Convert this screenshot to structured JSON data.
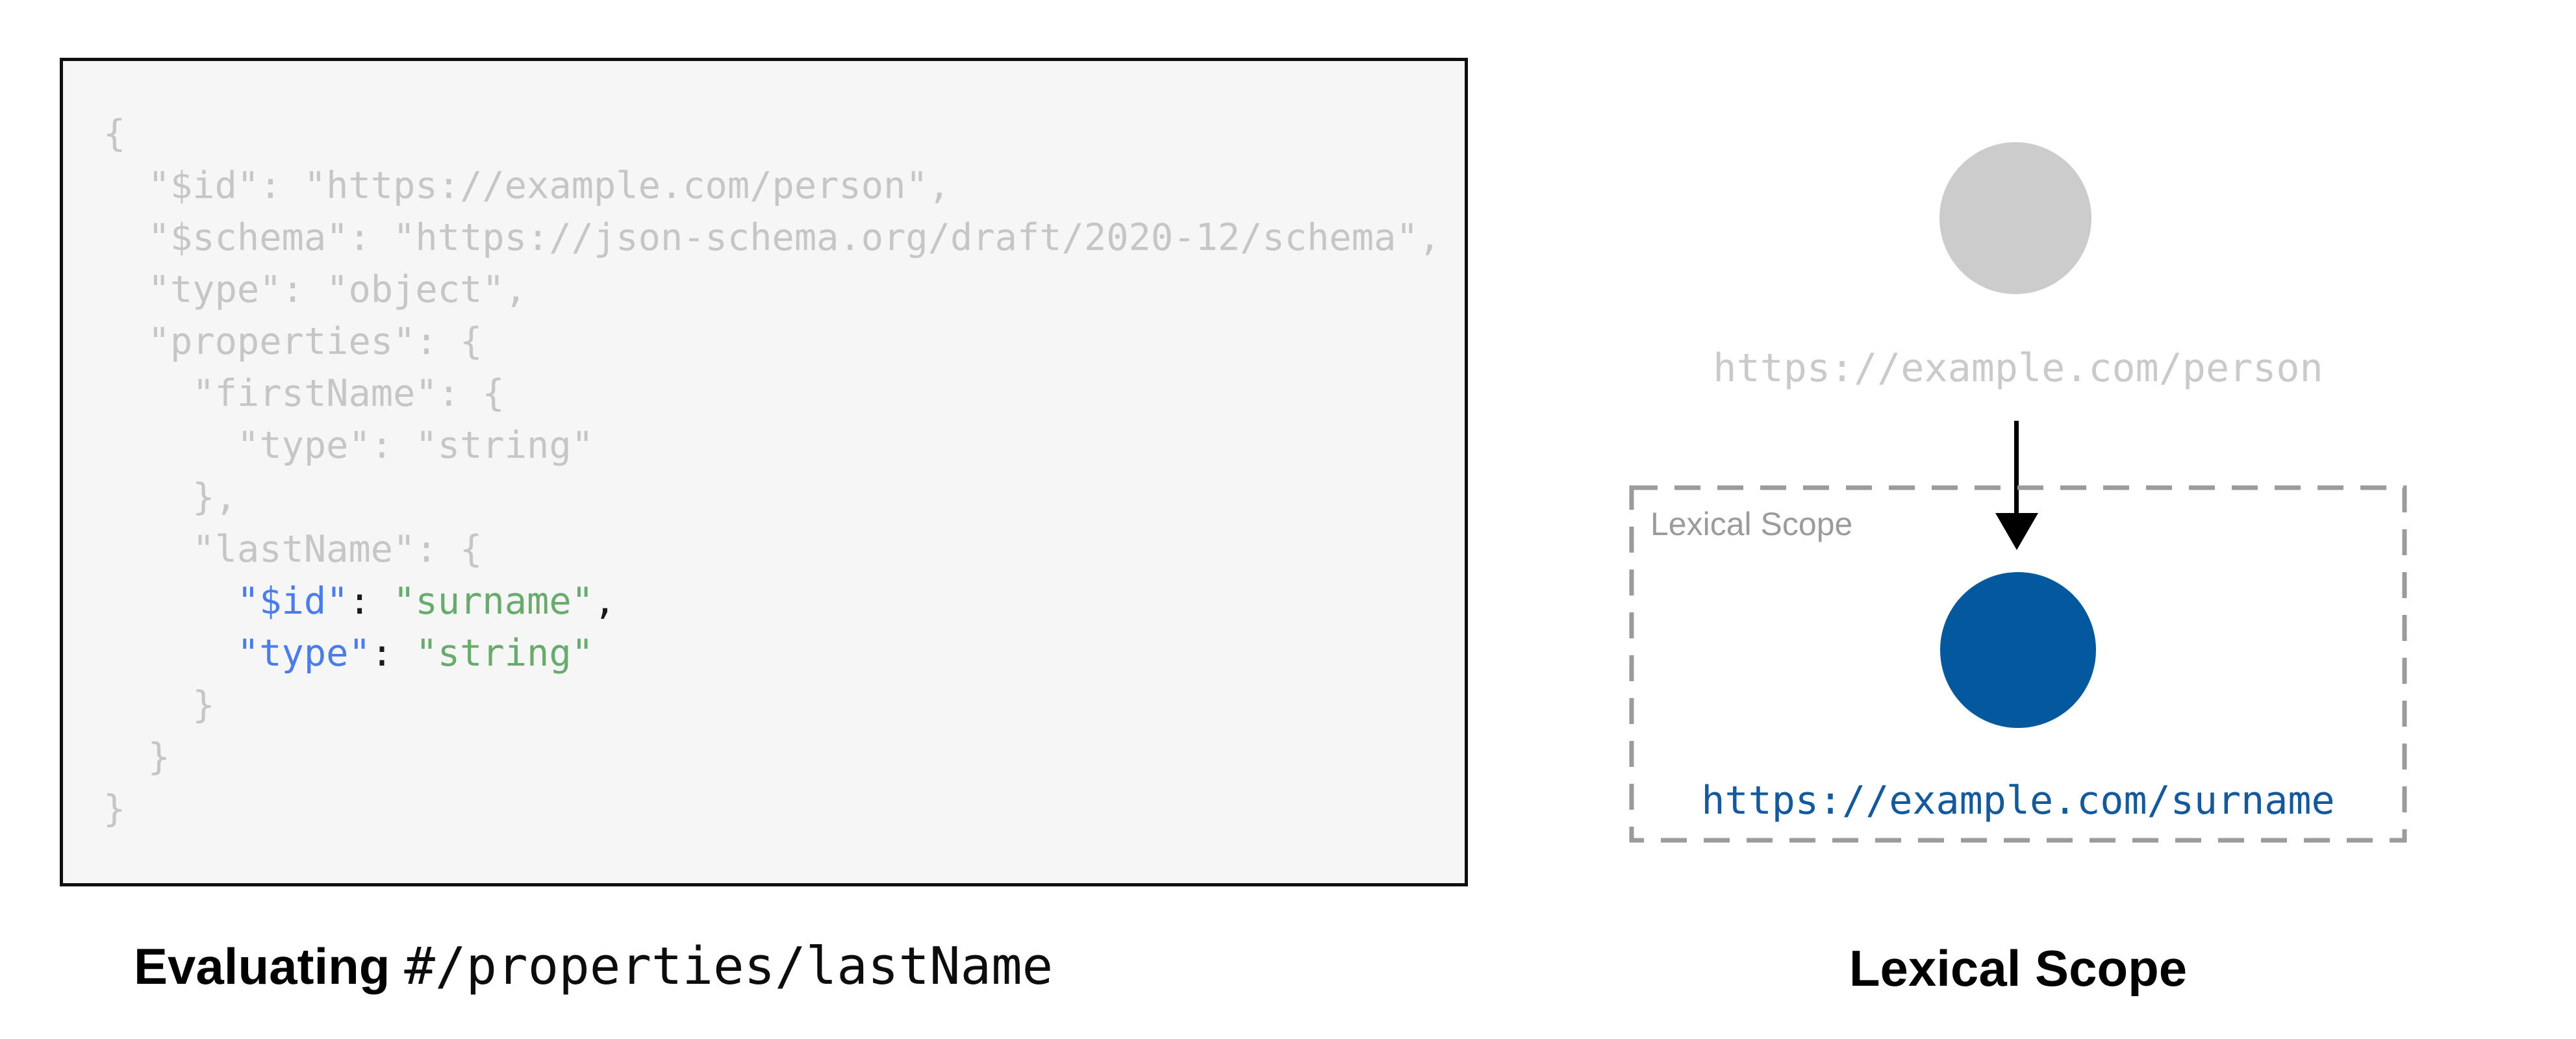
{
  "left": {
    "code": {
      "top": [
        "{",
        "  \"$id\": \"https://example.com/person\",",
        "  \"$schema\": \"https://json-schema.org/draft/2020-12/schema\",",
        "  \"type\": \"object\",",
        "  \"properties\": {",
        "    \"firstName\": {",
        "      \"type\": \"string\"",
        "    },",
        "    \"lastName\": {"
      ],
      "hl": [
        {
          "indent": "      ",
          "key": "\"$id\"",
          "sep": ": ",
          "value": "\"surname\"",
          "tail": ","
        },
        {
          "indent": "      ",
          "key": "\"type\"",
          "sep": ": ",
          "value": "\"string\"",
          "tail": ""
        }
      ],
      "bottom": [
        "    }",
        "  }",
        "}"
      ]
    },
    "caption_bold": "Evaluating",
    "caption_mono": "#/properties/lastName"
  },
  "right": {
    "parent_label": "https://example.com/person",
    "scope_box_label": "Lexical Scope",
    "child_label": "https://example.com/surname",
    "caption": "Lexical Scope"
  },
  "colors": {
    "code_background": "#f6f6f6",
    "code_border": "#0f0f0f",
    "code_muted_gray": "#c6c6c6",
    "highlight_key_blue": "#4b7de8",
    "highlight_value_green": "#68ab6d",
    "highlight_punct_black": "#1a1a1a",
    "parent_circle_gray": "#cccccc",
    "parent_label_gray": "#cacaca",
    "scope_dash_gray": "#9b9b9b",
    "child_circle_blue": "#04589d",
    "child_label_blue": "#14599c",
    "arrow_black": "#000000"
  }
}
